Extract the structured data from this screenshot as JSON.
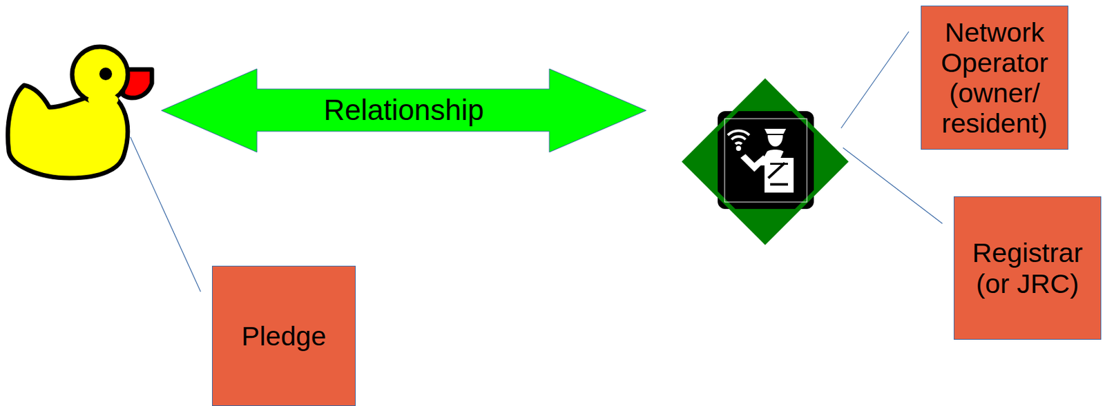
{
  "diagram": {
    "nodes": [
      {
        "text": [
          "Relationship"
        ]
      },
      {
        "text": [
          "Network Operator (owner/ resident)"
        ]
      },
      {
        "text": [
          "Registrar (or JRC)"
        ]
      },
      {
        "text": [
          "Pledge"
        ]
      }
    ]
  }
}
